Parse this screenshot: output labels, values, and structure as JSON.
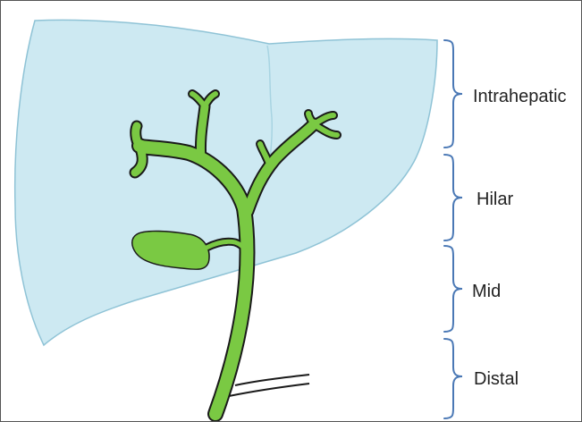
{
  "figure": {
    "labels": {
      "intrahepatic": "Intrahepatic",
      "hilar": "Hilar",
      "mid": "Mid",
      "distal": "Distal"
    },
    "colors": {
      "liver_fill": "#cde9f2",
      "liver_stroke": "#8fc3d6",
      "bile_duct": "#7ac943",
      "outline": "#1a1a1a",
      "bracket": "#4a78b5"
    }
  }
}
